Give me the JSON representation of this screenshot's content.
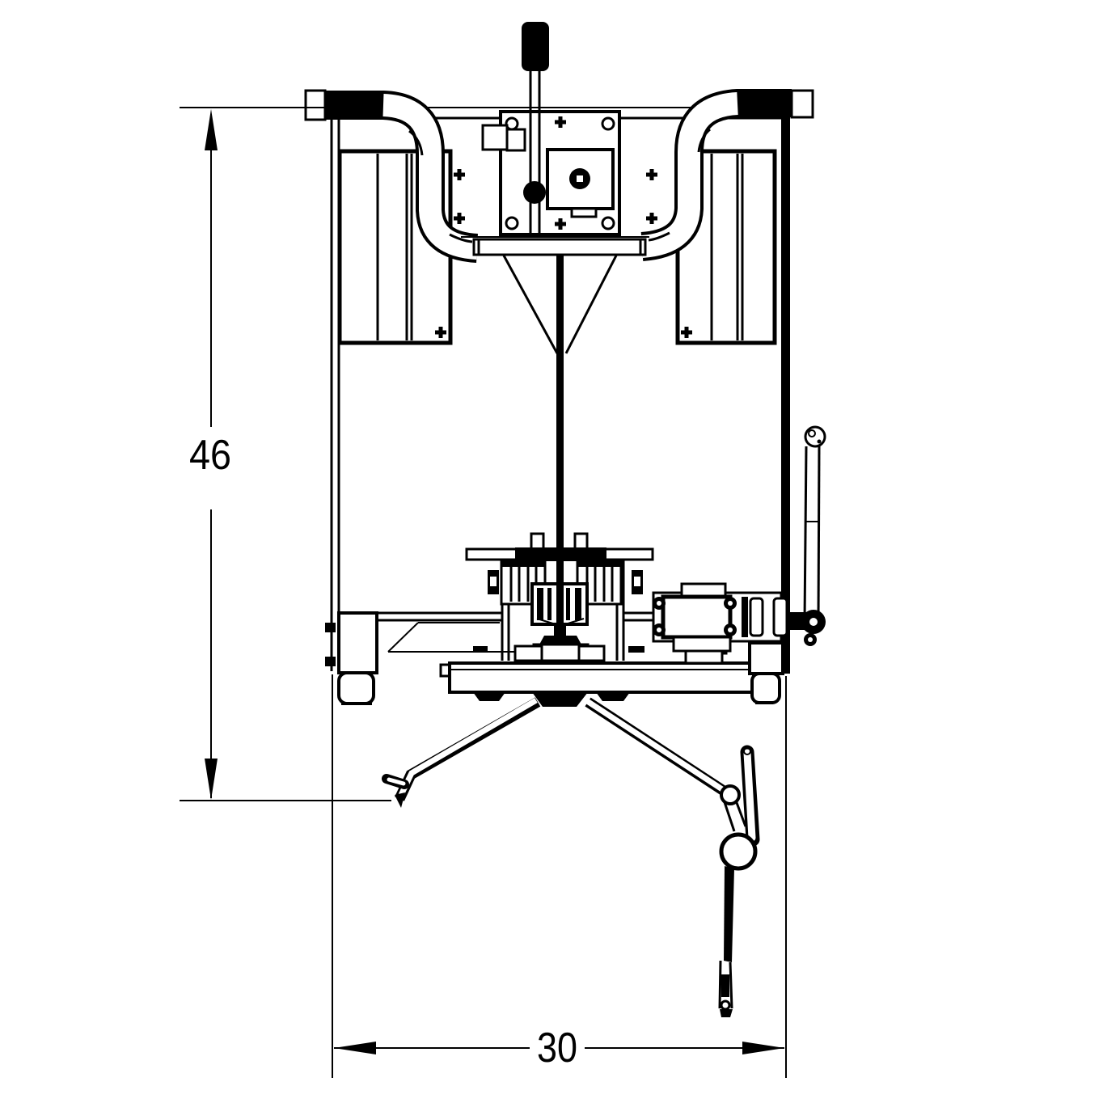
{
  "page": {
    "background": "#ffffff",
    "line_color": "#000000"
  },
  "drawing": {
    "type": "technical-line-drawing",
    "view": "front-elevation",
    "dimensions": {
      "height_label": "46",
      "width_label": "30"
    },
    "parts": [
      "control-lever-knob",
      "control-lever-rod",
      "top-plate-assembly",
      "handle-grip-left",
      "handle-grip-right",
      "handle-tube-left",
      "handle-tube-right",
      "side-panel-left",
      "side-panel-right",
      "hopper-funnel",
      "center-shaft",
      "agitator-mechanism",
      "gearbox-motor",
      "crank-handle",
      "base-deck",
      "caster-left",
      "caster-right",
      "support-leg-left",
      "foot-pedal",
      "support-leg-right",
      "roller-lever",
      "hanger-strap",
      "height-dimension",
      "width-dimension"
    ]
  }
}
